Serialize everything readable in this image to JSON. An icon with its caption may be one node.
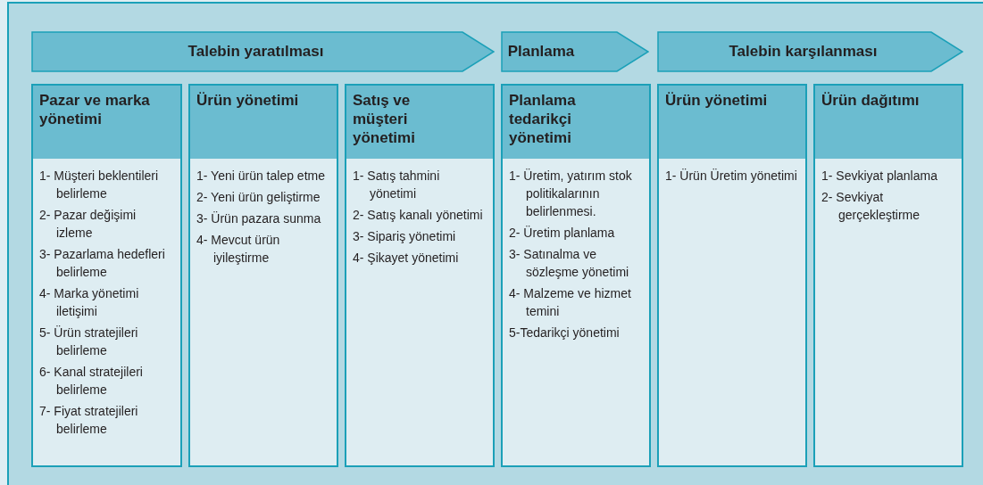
{
  "diagram": {
    "nodes": [
      {
        "text": [
          "Talebin yaratılması"
        ]
      },
      {
        "text": [
          "Planlama"
        ]
      },
      {
        "text": [
          "Talebin karşılanması"
        ]
      },
      {
        "text": [
          "Pazar ve marka yönetimi",
          "1- Müşteri beklentileri belirleme",
          "2- Pazar değişimi izleme",
          "3- Pazarlama hedefleri belirleme",
          "4- Marka yönetimi iletişimi",
          "5- Ürün stratejileri belirleme",
          "6- Kanal stratejileri belirleme",
          "7- Fiyat stratejileri belirleme"
        ]
      },
      {
        "text": [
          "Ürün yönetimi",
          "1- Yeni ürün talep etme",
          "2- Yeni ürün geliştirme",
          "3- Ürün pazara sunma",
          "4- Mevcut ürün iyileştirme"
        ]
      },
      {
        "text": [
          "Satış ve müşteri yönetimi",
          "1- Satış tahmini yönetimi",
          "2- Satış kanalı yönetimi",
          "3- Sipariş yönetimi",
          "4- Şikayet yönetimi"
        ]
      },
      {
        "text": [
          "Planlama tedarikçi yönetimi",
          "1- Üretim,  yatırım stok politikalarının belirlenmesi.",
          "2- Üretim planlama",
          "3- Satınalma ve sözleşme yönetimi",
          "4- Malzeme ve hizmet temini",
          "5-Tedarikçi yönetimi"
        ]
      },
      {
        "text": [
          "Ürün yönetimi",
          "1- Ürün Üretim yönetimi"
        ]
      },
      {
        "text": [
          "Ürün dağıtımı",
          "1- Sevkiyat planlama",
          "2- Sevkiyat gerçekleştirme"
        ]
      }
    ]
  }
}
